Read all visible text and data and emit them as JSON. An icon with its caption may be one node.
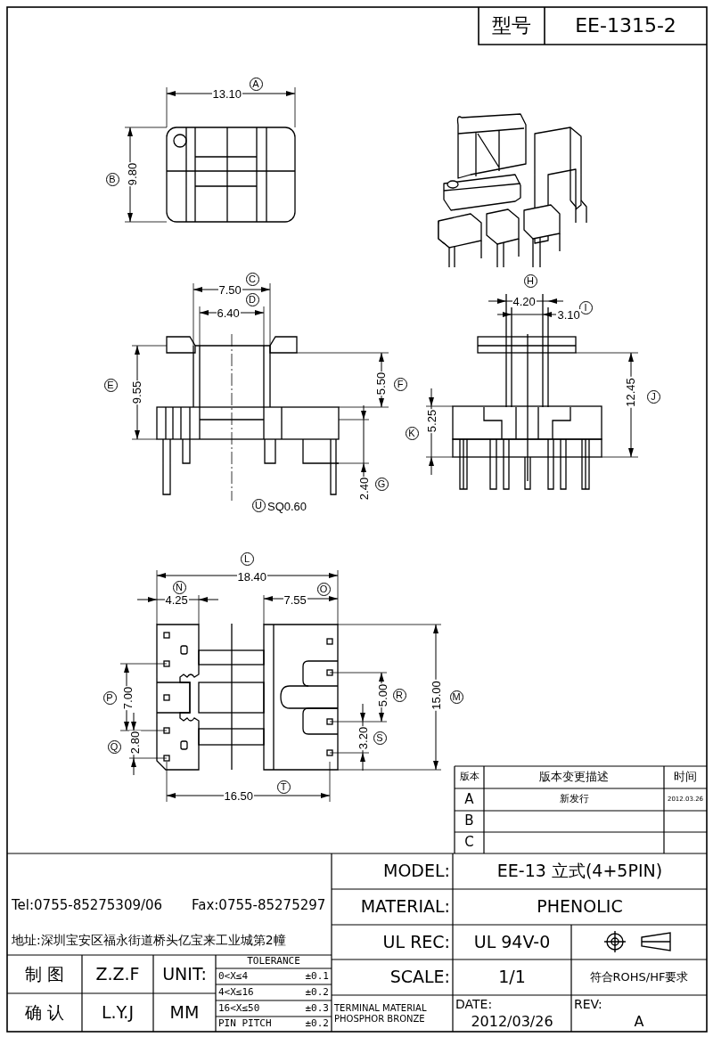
{
  "diagram": {
    "labels": [
      "型号",
      "EE-1315-2",
      "A",
      "13.10",
      "B",
      "9.80",
      "C",
      "7.50",
      "H",
      "D",
      "4.20",
      "I",
      "6.40",
      "3.10",
      "E",
      "9.55",
      "5.50",
      "F",
      "12.45",
      "J",
      "K",
      "5.25",
      "2.40",
      "G",
      "U",
      "SQ0.60",
      "L",
      "18.40",
      "N",
      "4.25",
      "O",
      "7.55",
      "P",
      "7.00",
      "5.00",
      "R",
      "15.00",
      "M",
      "Q",
      "2.80",
      "3.20",
      "S",
      "16.50",
      "T",
      "版本",
      "版本变更描述",
      "时间",
      "A",
      "新发行",
      "2012.03.26",
      "B",
      "C",
      "Tel:0755-85275309/06",
      "Fax:0755-85275297",
      "地址:深圳宝安区福永街道桥头亿宝来工业城第2幢",
      "MODEL:",
      "EE-13 立式(4+5PIN)",
      "MATERIAL:",
      "PHENOLIC",
      "UL REC:",
      "UL 94V-0",
      "SCALE:",
      "1/1",
      "符合ROHS/HF要求",
      "制 图",
      "Z.Z.F",
      "UNIT:",
      "TOLERANCE",
      "0<X≤4",
      "±0.1",
      "4<X≤16",
      "±0.2",
      "确 认",
      "L.Y.J",
      "MM",
      "16<X≤50",
      "±0.3",
      "PIN PITCH",
      "±0.2",
      "TERMINAL MATERIAL PHOSPHOR BRONZE",
      "DATE:",
      "2012/03/26",
      "REV:",
      "A"
    ]
  }
}
